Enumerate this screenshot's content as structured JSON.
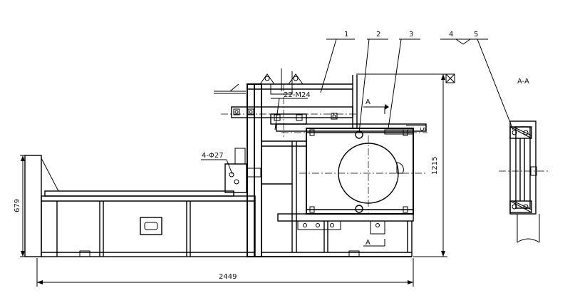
{
  "callouts": [
    "1",
    "2",
    "3",
    "4",
    "5"
  ],
  "section_title": "A-A",
  "section_marks": [
    "A",
    "A"
  ],
  "annotations": {
    "thread": "22-M24",
    "holes": "4-Φ27",
    "small_dim": "5"
  },
  "dimensions": {
    "overall_length": "2449",
    "height_total": "1215",
    "height_left": "679"
  }
}
